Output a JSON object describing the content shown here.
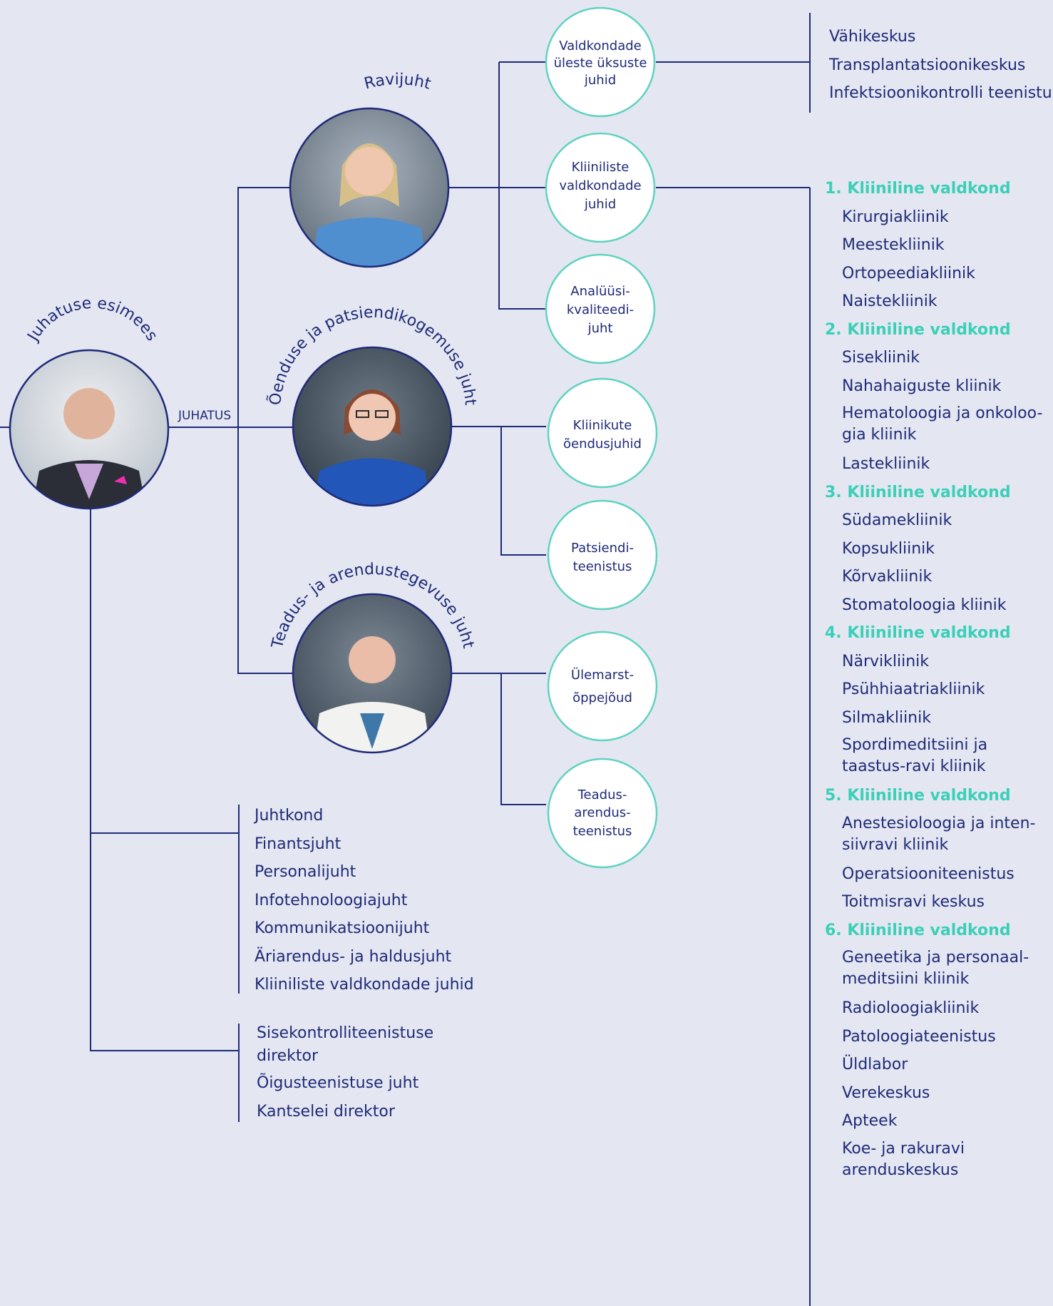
{
  "ceo": {
    "title": "Juhatuse esimees",
    "board_label": "JUHATUS"
  },
  "managers": {
    "medical": {
      "title": "Ravijuht"
    },
    "nursing": {
      "title": "Õenduse ja patsiendikogemuse juht"
    },
    "research": {
      "title": "Teadus- ja arendustegevuse juht"
    }
  },
  "nodes": {
    "cross_units": [
      "Valdkondade",
      "üleste üksuste",
      "juhid"
    ],
    "clinical_heads": [
      "Kliiniliste",
      "valdkondade",
      "juhid"
    ],
    "analysis_quality": [
      "Analüüsi-",
      "kvaliteedi-",
      "juht"
    ],
    "clinic_nursing": [
      "Kliinikute",
      "õendusjuhid"
    ],
    "patient_service": [
      "Patsiendi-",
      "teenistus"
    ],
    "senior_lecturers": [
      "Ülemarst-",
      "õppejõud"
    ],
    "research_service": [
      "Teadus-",
      "arendus-",
      "teenistus"
    ]
  },
  "cross_unit_list": [
    "Vähikeskus",
    "Transplantatsioonikeskus",
    "Infektsioonikontrolli teenistus"
  ],
  "management_list": [
    "Juhtkond",
    "Finantsjuht",
    "Personalijuht",
    "Infotehnoloogiajuht",
    "Kommunikatsioonijuht",
    "Äriarendus- ja haldusjuht",
    "Kliiniliste valdkondade juhid"
  ],
  "control_list": [
    "Sisekontrolliteenistuse direktor",
    "Õigusteenistuse juht",
    "Kantselei direktor"
  ],
  "clinical_areas": [
    {
      "title": "1. Kliiniline valdkond",
      "items": [
        "Kirurgiakliinik",
        "Meestekliinik",
        "Ortopeediakliinik",
        "Naistekliinik"
      ]
    },
    {
      "title": "2. Kliiniline valdkond",
      "items": [
        "Sisekliinik",
        "Nahahaiguste kliinik",
        "Hematoloogia ja onkoloo-gia kliinik",
        "Lastekliinik"
      ]
    },
    {
      "title": "3. Kliiniline valdkond",
      "items": [
        "Südamekliinik",
        "Kopsukliinik",
        "Kõrvakliinik",
        "Stomatoloogia kliinik"
      ]
    },
    {
      "title": "4. Kliiniline valdkond",
      "items": [
        "Närvikliinik",
        "Psühhiaatriakliinik",
        "Silmakliinik",
        "Spordimeditsiini ja taastus-ravi kliinik"
      ]
    },
    {
      "title": "5. Kliiniline valdkond",
      "items": [
        "Anestesioloogia ja inten-siivravi kliinik",
        "Operatsiooniteenistus",
        "Toitmisravi keskus"
      ]
    },
    {
      "title": "6. Kliiniline valdkond",
      "items": [
        "Geneetika ja personaal-meditsiini kliinik",
        "Radioloogiakliinik",
        "Patoloogiateenistus",
        "Üldlabor",
        "Verekeskus",
        "Apteek",
        "Koe- ja rakuravi arenduskeskus"
      ]
    }
  ]
}
